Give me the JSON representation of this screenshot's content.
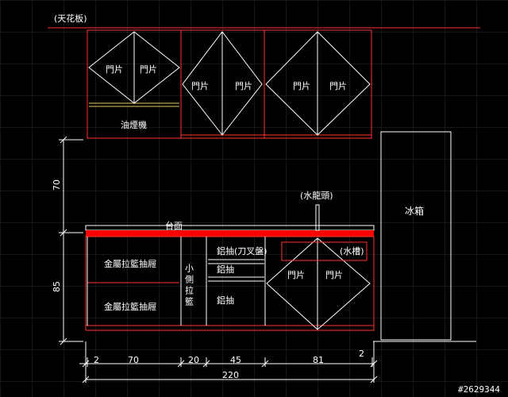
{
  "labels": {
    "ceiling": "(天花板)",
    "door": "門片",
    "range_hood": "油煙機",
    "countertop": "台面",
    "faucet": "(水龍頭)",
    "sink": "(水槽)",
    "fridge": "冰箱",
    "wire_basket_drawer": "金屬拉籃抽屜",
    "small_side_pullout": "小側拉籃",
    "aluminum_drawer": "鋁抽",
    "aluminum_drawer_cutlery": "鋁抽(刀叉盤)"
  },
  "dimensions": {
    "vertical": [
      "70",
      "85"
    ],
    "horizontal": [
      "2",
      "70",
      "20",
      "45",
      "81",
      "2"
    ],
    "total": "220"
  },
  "watermark": "#2629344",
  "colors": {
    "background": "#000000",
    "grid": "#2b2b2b",
    "cabinet_line": "#ff3333",
    "detail_line": "#ffffff",
    "countertop_fill": "#ff0000",
    "fridge_line": "#ffffff"
  }
}
